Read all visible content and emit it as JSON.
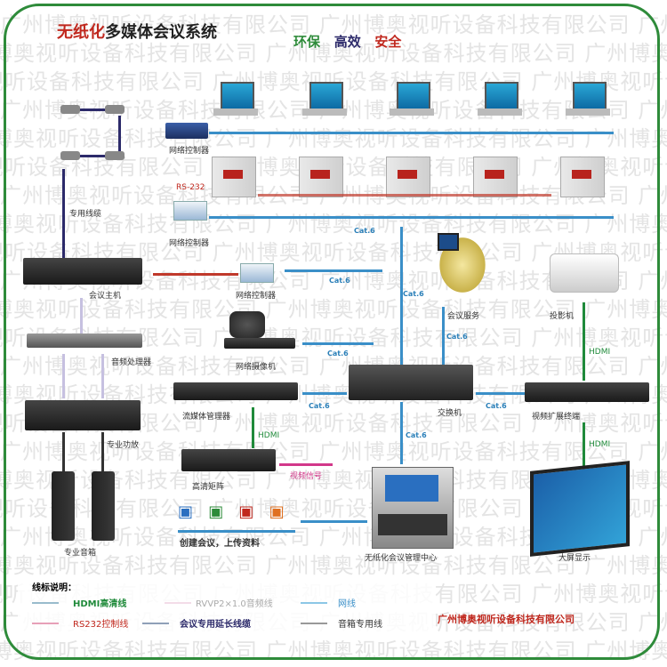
{
  "title": {
    "part1": "无纸化",
    "part2": "多媒体会议系统",
    "slogan1": "环保",
    "slogan2": "高效",
    "slogan3": "安全"
  },
  "watermark": "广州博奥视听设备科技有限公司 广州博奥视听设备科技有限公司 广州博奥视听设备科技有限公司",
  "labels": {
    "ctrl1": "网络控制器",
    "ctrl2": "网络控制器",
    "ctrl3": "网络控制器",
    "rs232": "RS-232",
    "cable": "专用线缆",
    "host": "会议主机",
    "audio_proc": "音频处理器",
    "amp": "专业功放",
    "speakers": "专业音箱",
    "camera": "网络摄像机",
    "media": "流媒体管理器",
    "matrix": "高清矩阵",
    "video_signal": "视频信号",
    "create": "创建会议，上传资料",
    "switch": "交换机",
    "server": "会议服务",
    "projector": "投影机",
    "extender": "视频扩展终端",
    "bigscreen": "大屏显示",
    "center": "无纸化会议管理中心",
    "hdmi1": "HDMI",
    "hdmi2": "HDMI",
    "hdmi3": "HDMI",
    "cat1": "Cat.6",
    "cat2": "Cat.6",
    "cat3": "Cat.6",
    "cat4": "Cat.6",
    "cat5": "Cat.6",
    "cat6": "Cat.6",
    "cat7": "Cat.6",
    "cat8": "Cat.6"
  },
  "legend": {
    "title": "线标说明：",
    "items": [
      "HDMI高清线",
      "RVVP2×1.0音频线",
      "网线",
      "RS232控制线",
      "会议专用延长线缆",
      "音箱专用线"
    ],
    "company": "广州博奥视听设备科技有限公司"
  },
  "colors": {
    "border": "#2e8b3a",
    "network": "#3a8fc8",
    "hdmi": "#1f8a3a",
    "rs232": "#c0392b"
  }
}
